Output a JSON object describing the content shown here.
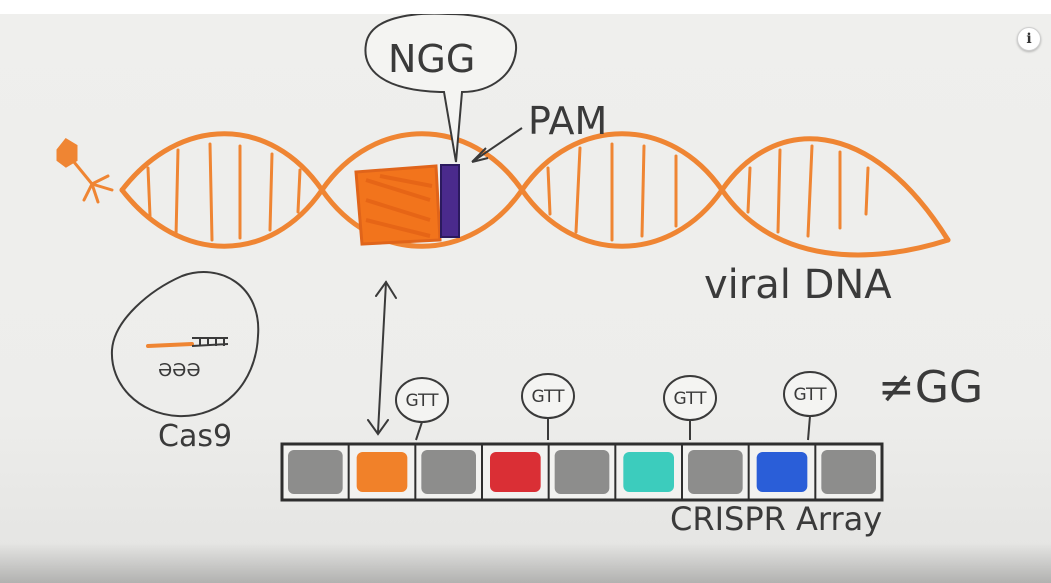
{
  "labels": {
    "pam_sequence": "NGG",
    "pam": "PAM",
    "viral_dna": "viral DNA",
    "cas9": "Cas9",
    "not_gg": "≠GG",
    "crispr_array": "CRISPR Array"
  },
  "repeats": [
    "GTT",
    "GTT",
    "GTT",
    "GTT"
  ],
  "array_blocks": [
    {
      "kind": "repeat",
      "color": "#6b6b6b"
    },
    {
      "kind": "spacer",
      "color": "#f07a1e"
    },
    {
      "kind": "repeat",
      "color": "#6b6b6b"
    },
    {
      "kind": "spacer",
      "color": "#d8242a"
    },
    {
      "kind": "repeat",
      "color": "#6b6b6b"
    },
    {
      "kind": "spacer",
      "color": "#31c9b9"
    },
    {
      "kind": "repeat",
      "color": "#6b6b6b"
    },
    {
      "kind": "spacer",
      "color": "#1f55d6"
    },
    {
      "kind": "repeat",
      "color": "#6b6b6b"
    }
  ],
  "colors": {
    "dna": "#ef8533",
    "target": "#f2741c",
    "pam_marker": "#4a2a8c",
    "ink": "#3a3a3a"
  },
  "icons": {
    "info": "i"
  }
}
